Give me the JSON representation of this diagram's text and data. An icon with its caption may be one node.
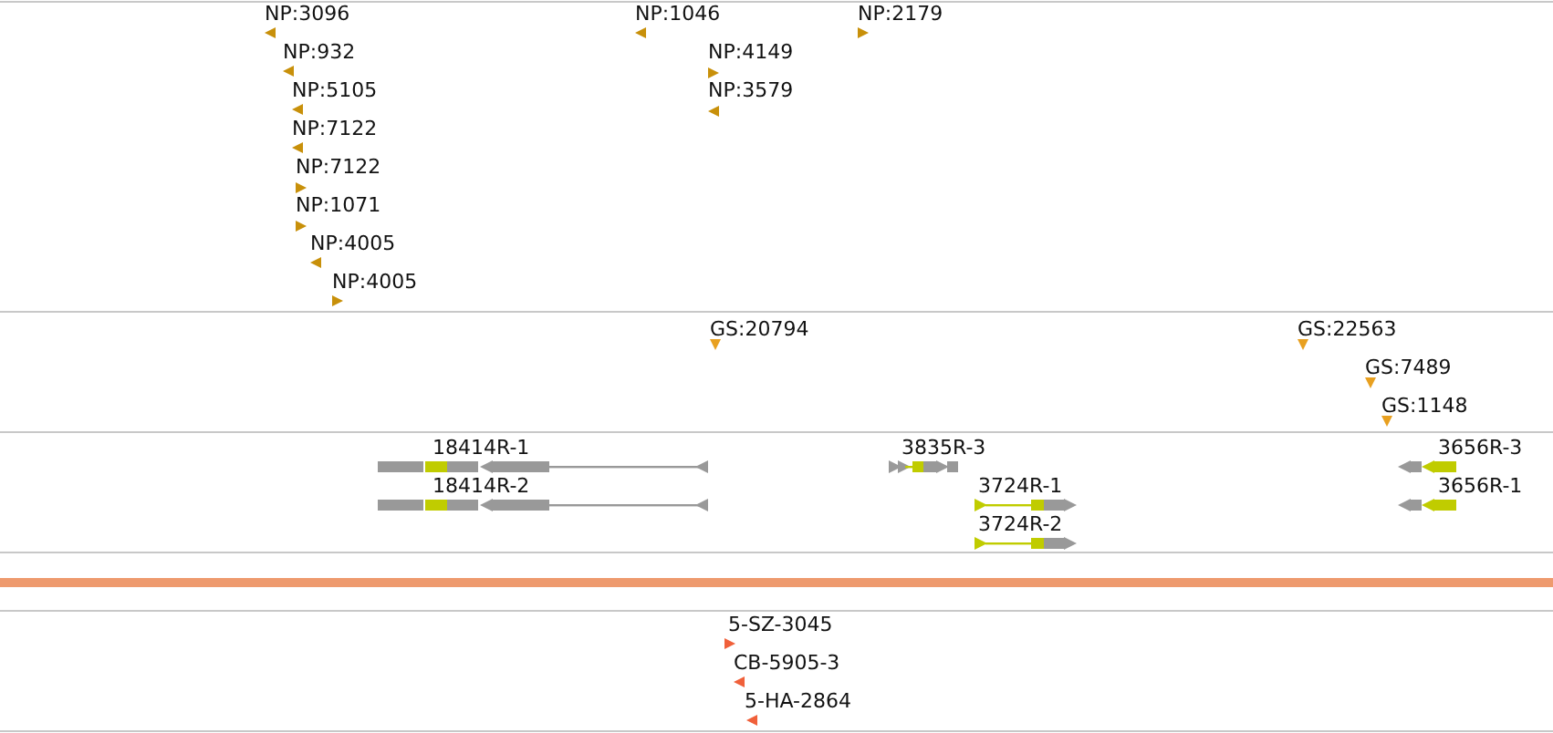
{
  "diagram": {
    "labels": [
      "NP:3096",
      "NP:1046",
      "NP:2179",
      "NP:932",
      "NP:4149",
      "NP:5105",
      "NP:3579",
      "NP:7122",
      "NP:7122",
      "NP:1071",
      "NP:4005",
      "NP:4005",
      "GS:20794",
      "GS:22563",
      "GS:7489",
      "GS:1148",
      "18414R-1",
      "3835R-3",
      "3656R-3",
      "18414R-2",
      "3724R-1",
      "3656R-1",
      "3724R-2",
      "5-SZ-3045",
      "CB-5905-3",
      "5-HA-2864"
    ]
  }
}
